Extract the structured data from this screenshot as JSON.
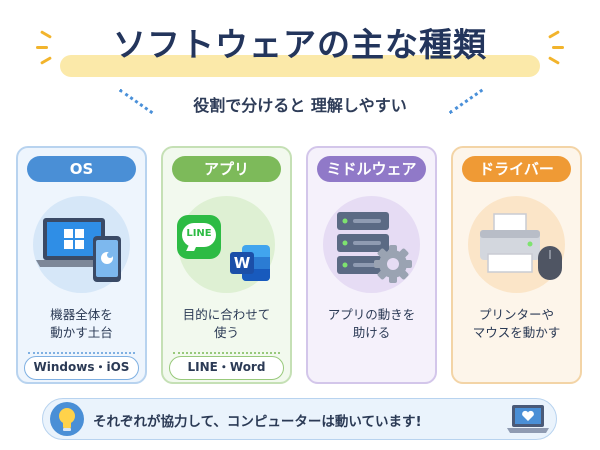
{
  "title": "ソフトウェアの主な種類",
  "subtitle": "役割で分けると 理解しやすい",
  "cards": [
    {
      "label": "OS",
      "desc": [
        "機器全体を",
        "動かす土台"
      ],
      "example": "Windows・iOS"
    },
    {
      "label": "アプリ",
      "desc": [
        "目的に合わせて",
        "使う"
      ],
      "example": "LINE・Word",
      "icons": {
        "line_text": "LINE",
        "word_letter": "W"
      }
    },
    {
      "label": "ミドルウェア",
      "desc": [
        "アプリの動きを",
        "助ける"
      ]
    },
    {
      "label": "ドライバー",
      "desc": [
        "プリンターや",
        "マウスを動かす"
      ]
    }
  ],
  "banner": {
    "text": "それぞれが協力して、コンピューターは動いています!"
  },
  "colors": {
    "os": "#4a8fd6",
    "app": "#7dba5a",
    "middleware": "#9079c8",
    "driver": "#ef9a35",
    "title": "#23355c",
    "highlight": "#fbe9a9"
  },
  "icon_names": [
    "laptop-icon",
    "smartphone-icon",
    "line-app-icon",
    "word-app-icon",
    "server-icon",
    "gear-icon",
    "printer-icon",
    "mouse-icon",
    "lightbulb-icon",
    "heart-laptop-icon"
  ]
}
